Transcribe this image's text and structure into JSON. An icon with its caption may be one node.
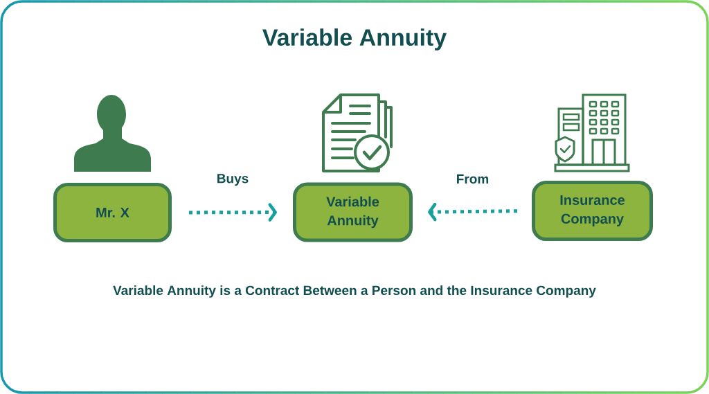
{
  "diagram": {
    "title": "Variable Annuity",
    "caption": "Variable Annuity is a Contract Between a Person and the Insurance Company",
    "nodes": [
      {
        "text": [
          "Mr. X"
        ]
      },
      {
        "text": [
          "Variable Annuity"
        ]
      },
      {
        "text": [
          "Insurance Company"
        ]
      }
    ],
    "edges": [
      {
        "from": 0,
        "to": 1,
        "arrow": "to",
        "label": "Buys"
      },
      {
        "from": 2,
        "to": 1,
        "arrow": "to",
        "label": "From"
      }
    ]
  }
}
